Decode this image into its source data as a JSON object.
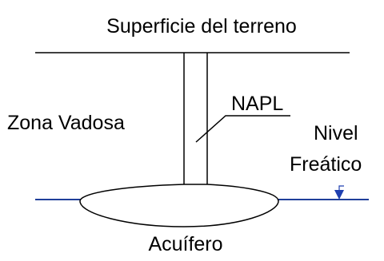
{
  "labels": {
    "ground_surface": "Superficie del terreno",
    "vadose_zone": "Zona Vadosa",
    "napl": "NAPL",
    "water_table_line1": "Nivel",
    "water_table_line2": "Freático",
    "aquifer": "Acuífero"
  },
  "colors": {
    "ink": "#000000",
    "water_table": "#1f3f9a",
    "marker": "#1f3fb0",
    "background": "#ffffff"
  }
}
